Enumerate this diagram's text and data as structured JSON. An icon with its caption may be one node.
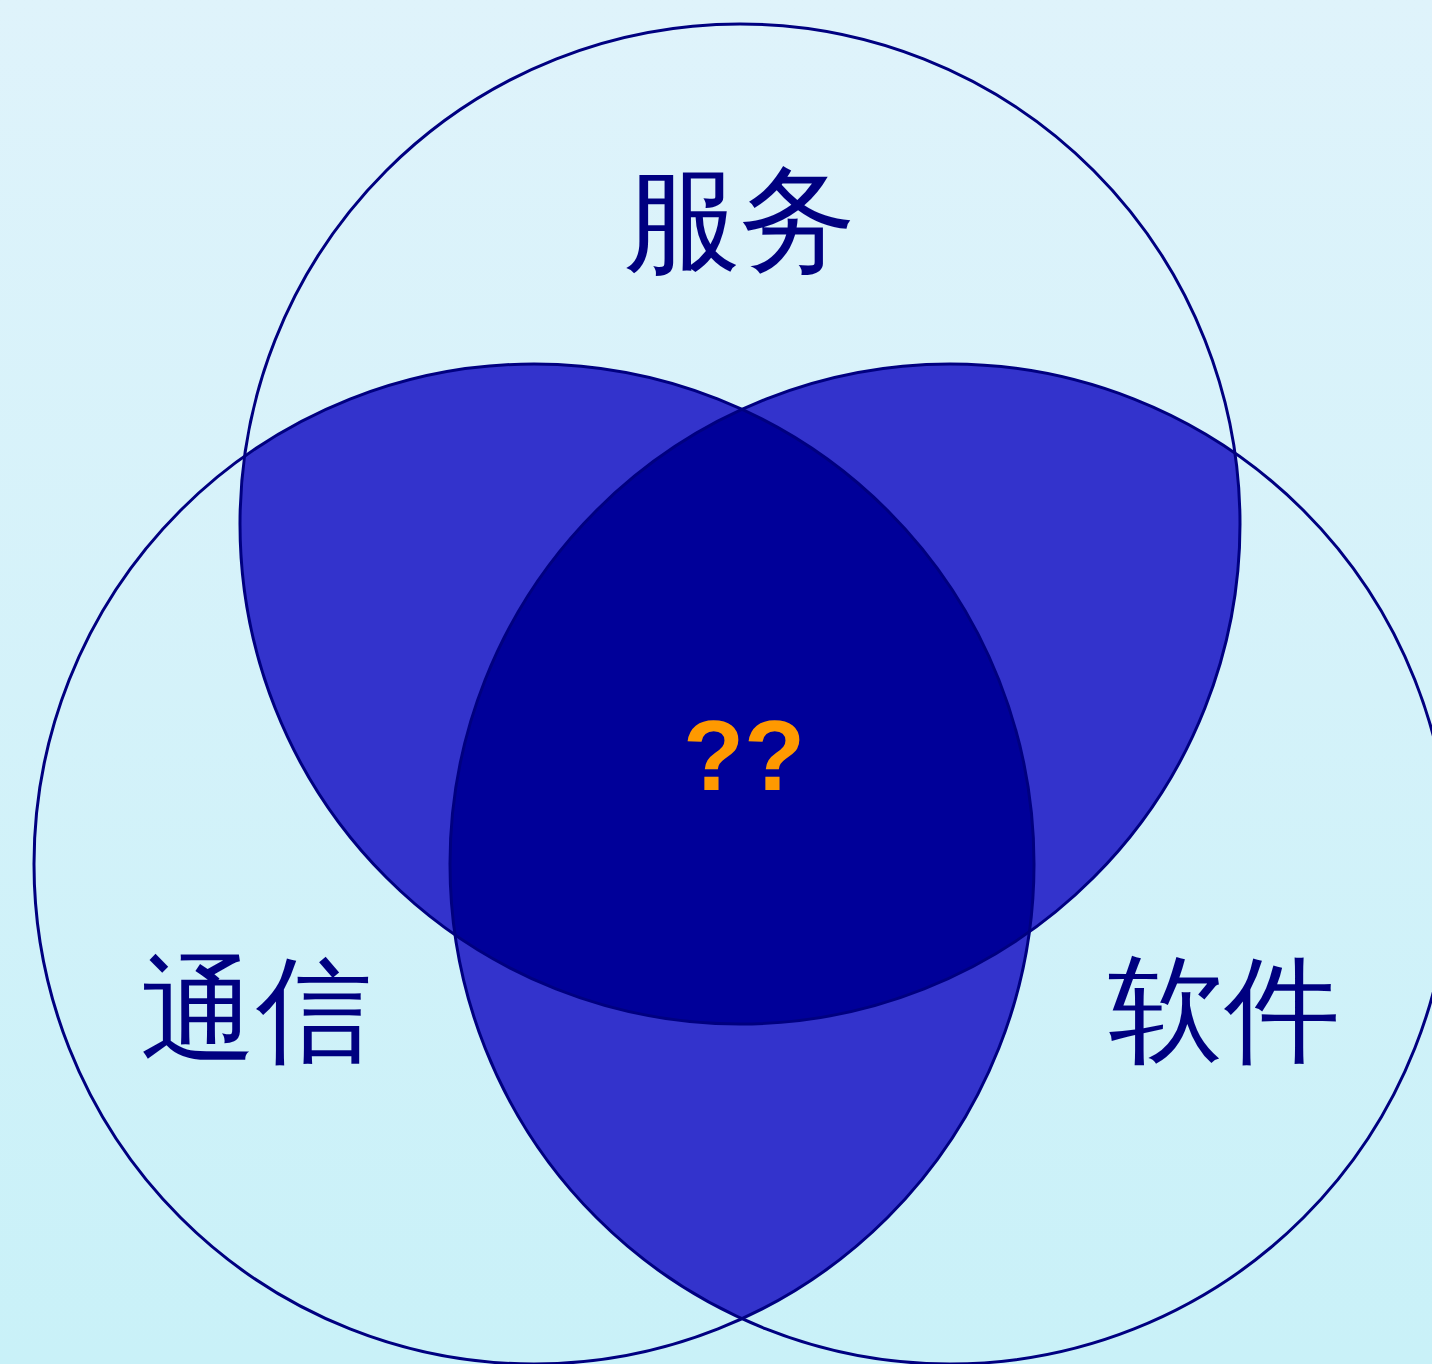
{
  "diagram": {
    "nodes": [
      {
        "text": [
          "服务"
        ]
      },
      {
        "text": [
          "通信"
        ]
      },
      {
        "text": [
          "软件"
        ]
      }
    ],
    "labels": [
      "??"
    ]
  }
}
